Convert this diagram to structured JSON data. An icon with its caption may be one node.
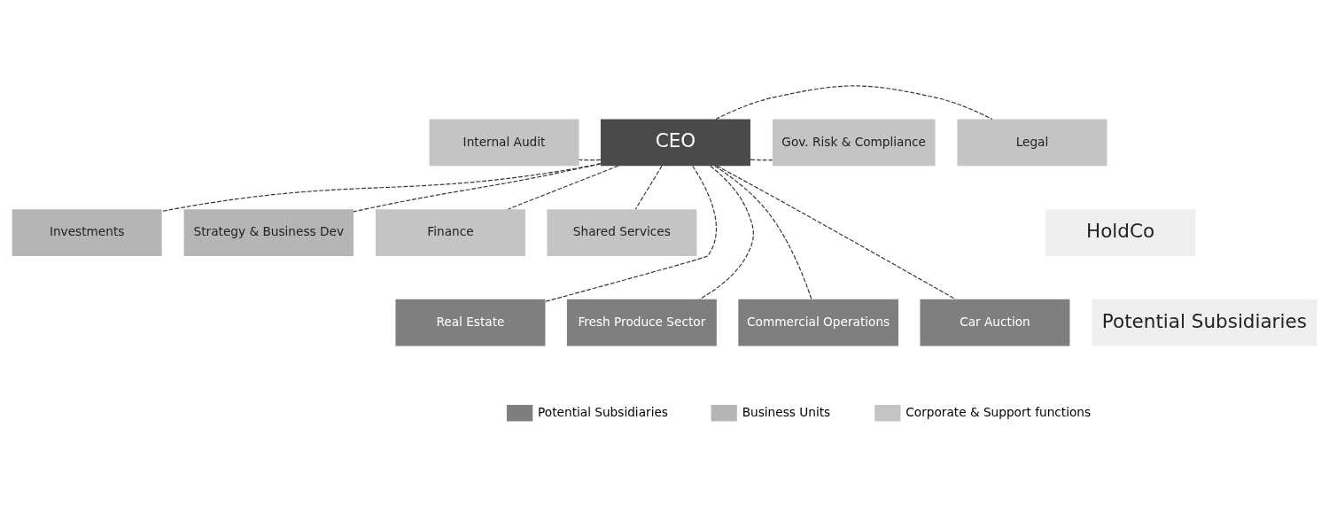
{
  "diagram": {
    "nodes": [
      {
        "text": [
          "Internal Audit"
        ]
      },
      {
        "text": [
          "CEO"
        ]
      },
      {
        "text": [
          "Gov. Risk & Compliance"
        ]
      },
      {
        "text": [
          "Legal"
        ]
      },
      {
        "text": [
          "Investments"
        ]
      },
      {
        "text": [
          "Strategy & Business Dev"
        ]
      },
      {
        "text": [
          "Finance"
        ]
      },
      {
        "text": [
          "Shared Services"
        ]
      },
      {
        "text": [
          "HoldCo"
        ]
      },
      {
        "text": [
          "Real Estate"
        ]
      },
      {
        "text": [
          "Fresh Produce Sector"
        ]
      },
      {
        "text": [
          "Commercial Operations"
        ]
      },
      {
        "text": [
          "Car Auction"
        ]
      },
      {
        "text": [
          "Potential Subsidiaries"
        ]
      }
    ],
    "edges": [
      {
        "from": 1,
        "to": 0,
        "arrow": "none",
        "style": "dashed"
      },
      {
        "from": 1,
        "to": 2,
        "arrow": "none",
        "style": "dashed"
      },
      {
        "from": 1,
        "to": 3,
        "arrow": "none",
        "style": "dashed"
      },
      {
        "from": 1,
        "to": 4,
        "arrow": "none",
        "style": "dashed"
      },
      {
        "from": 1,
        "to": 5,
        "arrow": "none",
        "style": "dashed"
      },
      {
        "from": 1,
        "to": 6,
        "arrow": "none",
        "style": "dashed"
      },
      {
        "from": 1,
        "to": 7,
        "arrow": "none",
        "style": "dashed"
      },
      {
        "from": 1,
        "to": 9,
        "arrow": "none",
        "style": "dashed"
      },
      {
        "from": 1,
        "to": 10,
        "arrow": "none",
        "style": "dashed"
      },
      {
        "from": 1,
        "to": 11,
        "arrow": "none",
        "style": "dashed"
      },
      {
        "from": 1,
        "to": 12,
        "arrow": "none",
        "style": "dashed"
      }
    ],
    "legend": [
      {
        "text": "Potential Subsidiaries",
        "color": "#7f7f7f"
      },
      {
        "text": "Business Units",
        "color": "#b5b5b5"
      },
      {
        "text": "Corporate & Support functions",
        "color": "#c4c4c4"
      }
    ]
  }
}
